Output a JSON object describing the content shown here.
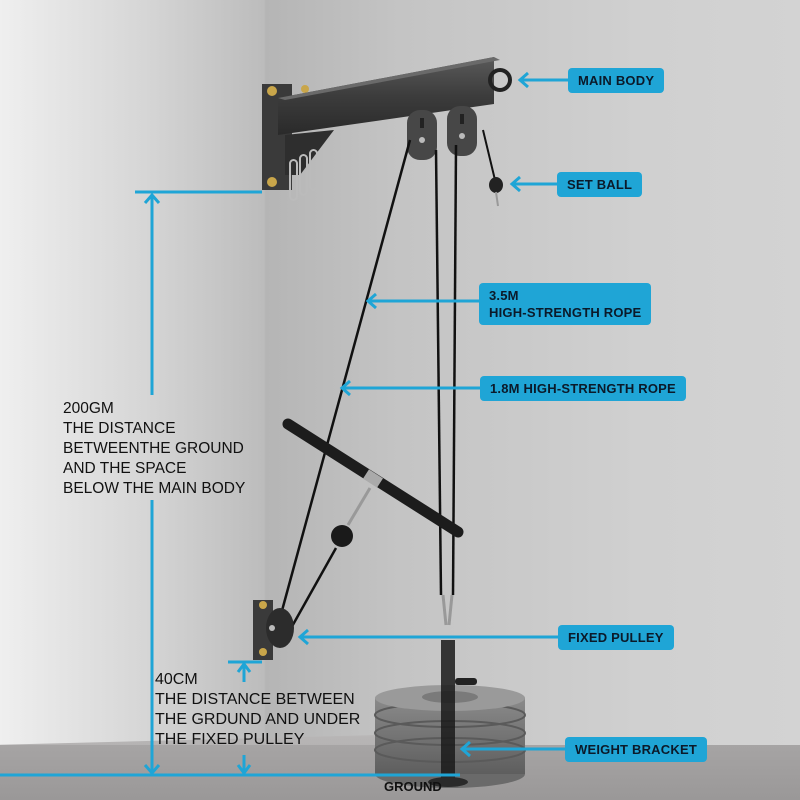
{
  "diagram": {
    "subject": "Wall-mounted cable pulley system",
    "accent_color": "#1fa5d6",
    "label_text_color": "#0b1a2a",
    "callouts": [
      {
        "id": "main_body",
        "text": "MAIN BODY"
      },
      {
        "id": "set_ball",
        "text": "SET BALL"
      },
      {
        "id": "rope_35",
        "line1": "3.5M",
        "line2": "HIGH-STRENGTH ROPE"
      },
      {
        "id": "rope_18",
        "text": "1.8M HIGH-STRENGTH ROPE"
      },
      {
        "id": "fixed_pulley",
        "text": "FIXED PULLEY"
      },
      {
        "id": "weight_bracket",
        "text": "WEIGHT BRACKET"
      }
    ],
    "dimensions": {
      "upper": {
        "value": "200GM",
        "lines": [
          "THE DISTANCE",
          "BETWEENTHE GROUND",
          "AND THE SPACE",
          "BELOW THE MAIN BODY"
        ]
      },
      "lower": {
        "value": "40CM",
        "lines": [
          "THE DISTANCE BETWEEN",
          "THE GRDUND AND UNDER",
          "THE FIXED PULLEY"
        ]
      }
    },
    "ground_label": "GROUND"
  }
}
